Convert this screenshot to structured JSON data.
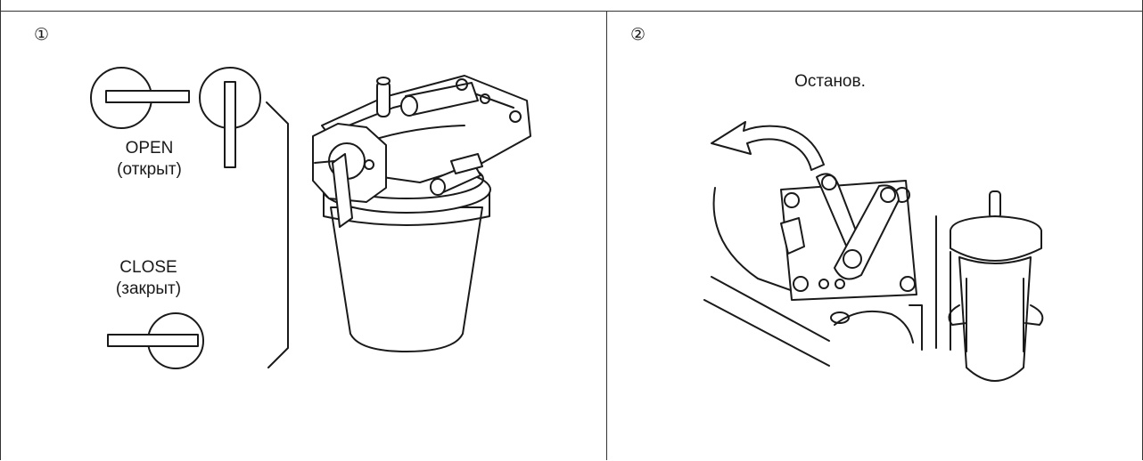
{
  "panels": [
    {
      "step": "①",
      "labels": {
        "open_line1": "OPEN",
        "open_line2": "(открыт)",
        "close_line1": "CLOSE",
        "close_line2": "(закрыт)"
      }
    },
    {
      "step": "②",
      "labels": {
        "stop": "Останов."
      }
    }
  ]
}
